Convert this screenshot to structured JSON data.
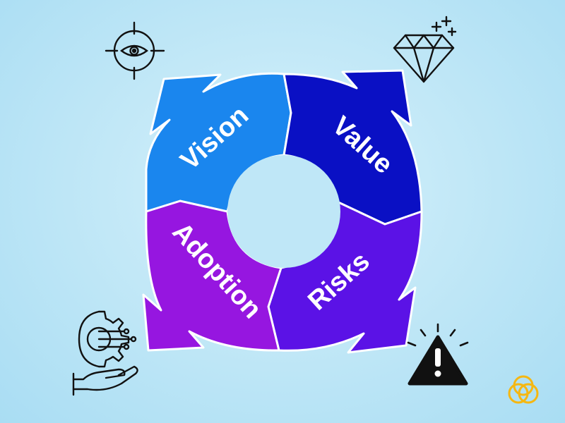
{
  "diagram": {
    "segments": [
      {
        "id": "vision",
        "label": "Vision",
        "color": "#1a86ee",
        "icon": "eye-target-icon"
      },
      {
        "id": "value",
        "label": "Value",
        "color": "#0a10c4",
        "icon": "diamond-sparkle-icon"
      },
      {
        "id": "risks",
        "label": "Risks",
        "color": "#5b12e6",
        "icon": "warning-triangle-icon"
      },
      {
        "id": "adoption",
        "label": "Adoption",
        "color": "#9616e0",
        "icon": "gear-hand-icon"
      }
    ],
    "background": "#bfe7f7",
    "logo": {
      "icon": "interlocked-rings-logo",
      "color": "#f5b712"
    }
  }
}
